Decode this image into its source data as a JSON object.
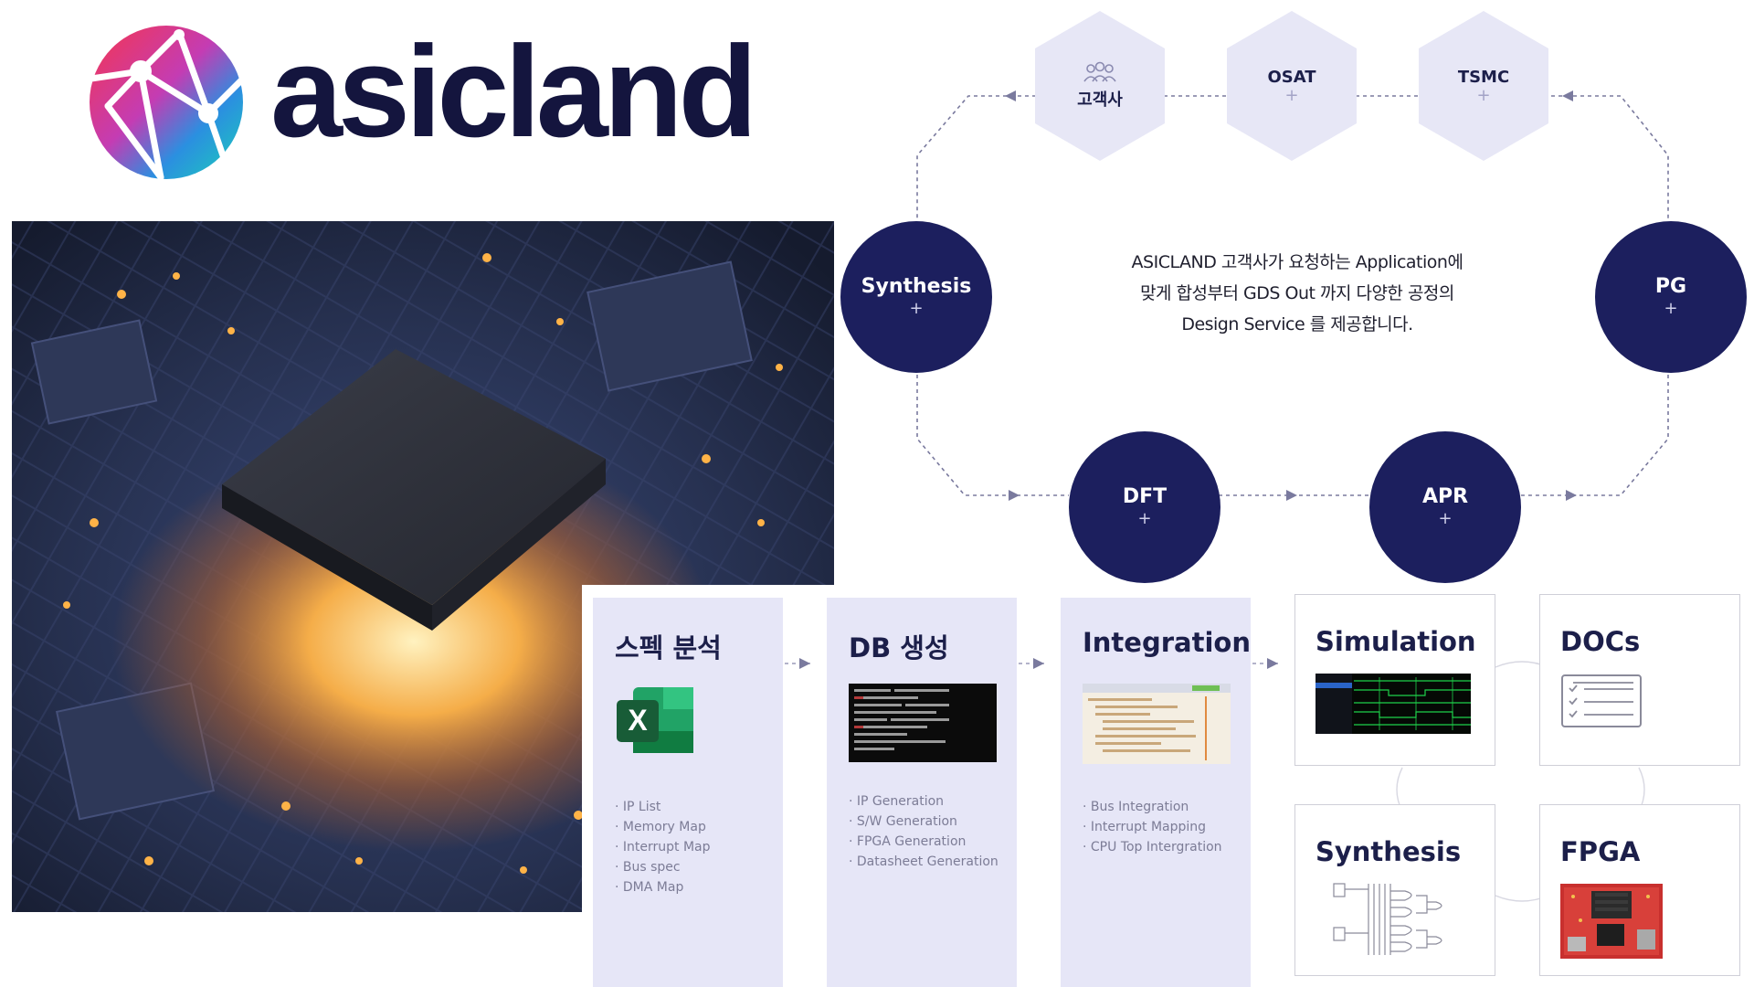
{
  "brand": {
    "name": "asicland"
  },
  "flow": {
    "partners": [
      {
        "label": "고객사",
        "icon": "people-icon"
      },
      {
        "label": "OSAT",
        "plus": "+"
      },
      {
        "label": "TSMC",
        "plus": "+"
      }
    ],
    "nodes": [
      {
        "label": "Synthesis",
        "plus": "+"
      },
      {
        "label": "PG",
        "plus": "+"
      },
      {
        "label": "DFT",
        "plus": "+"
      },
      {
        "label": "APR",
        "plus": "+"
      }
    ],
    "description": [
      "ASICLAND 고객사가 요청하는 Application에",
      "맞게 합성부터 GDS Out 까지 다양한 공정의",
      "Design Service 를 제공합니다."
    ]
  },
  "process": {
    "steps": [
      {
        "title": "스펙 분석",
        "items": [
          "IP List",
          "Memory Map",
          "Interrupt Map",
          "Bus spec",
          "DMA Map"
        ]
      },
      {
        "title": "DB 생성",
        "items": [
          "IP Generation",
          "S/W Generation",
          "FPGA Generation",
          "Datasheet Generation"
        ]
      },
      {
        "title": "Integration",
        "items": [
          "Bus Integration",
          "Interrupt Mapping",
          "CPU Top Intergration"
        ]
      }
    ],
    "outputs": [
      {
        "title": "Simulation"
      },
      {
        "title": "DOCs"
      },
      {
        "title": "Synthesis"
      },
      {
        "title": "FPGA"
      }
    ]
  },
  "colors": {
    "navy": "#1c1f5e",
    "hex_fill": "#e7e7f6",
    "panel_fill": "#e6e6f7",
    "dash": "#7a7a9e",
    "brand_text": "#14153e"
  }
}
